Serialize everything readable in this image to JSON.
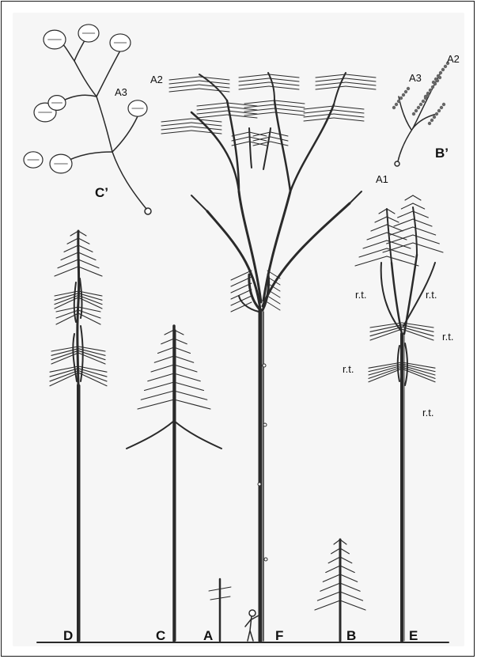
{
  "labels": {
    "ground": [
      "D",
      "C",
      "A",
      "F",
      "B",
      "E"
    ],
    "detail": {
      "c_prime": "C’",
      "b_prime": "B’",
      "a1": "A1",
      "a2_left": "A2",
      "a3_left": "A3",
      "a2_right": "A2",
      "a3_right": "A3"
    },
    "rt": [
      "r.t.",
      "r.t.",
      "r.t.",
      "r.t.",
      "r.t."
    ]
  },
  "colors": {
    "stroke": "#2a2a2a",
    "leaf": "#666666",
    "panel": "#f6f6f6"
  }
}
